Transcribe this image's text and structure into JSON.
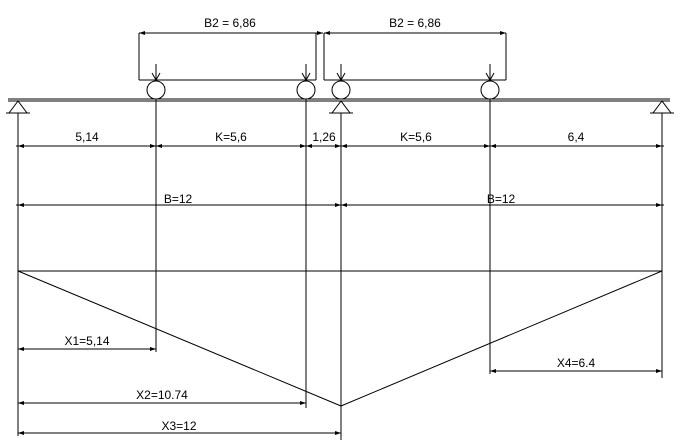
{
  "labels": {
    "crane_left": "B2 = 6,86",
    "crane_right": "B2 = 6,86",
    "seg_1": "5,14",
    "seg_2": "K=5,6",
    "seg_3": "1,26",
    "seg_4": "K=5,6",
    "seg_5": "6,4",
    "span_left": "B=12",
    "span_right": "B=12",
    "x1": "X1=5,14",
    "x2": "X2=10.74",
    "x3": "X3=12",
    "x4": "X4=6.4"
  }
}
